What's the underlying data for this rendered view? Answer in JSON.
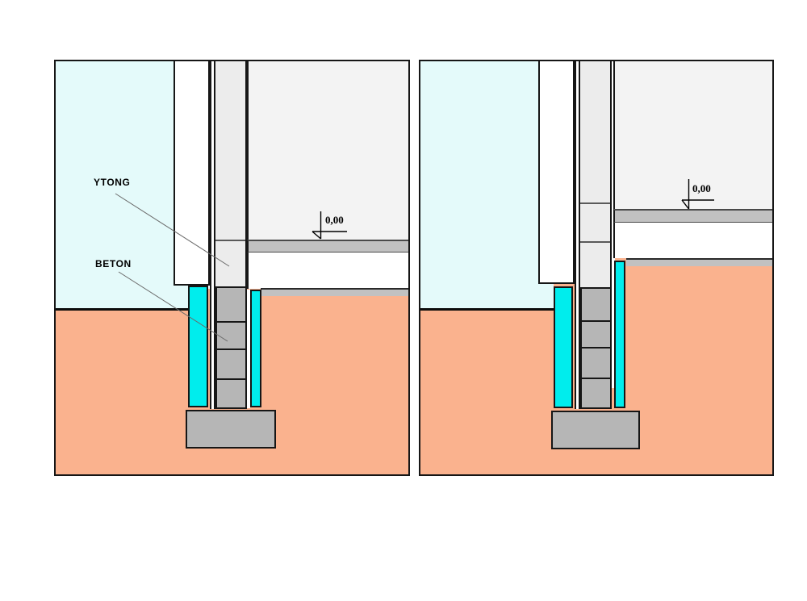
{
  "drawing": {
    "type": "construction-detail-section",
    "panels": {
      "left": {
        "labels": {
          "ytong": "YTONG",
          "beton": "BETON"
        },
        "level_marker": {
          "text": "0,00"
        }
      },
      "right": {
        "level_marker": {
          "text": "0,00"
        }
      }
    }
  },
  "colors": {
    "c-interior": "#E4FAFA",
    "c-ground": "#FAB28E",
    "c-insulation": "#00EDED",
    "c-wall": "#ECECEC",
    "c-floor": "#F3F3F3",
    "c-band": "#C1C1C1",
    "c-block": "#B6B6B6",
    "c-outline": "#161616"
  }
}
